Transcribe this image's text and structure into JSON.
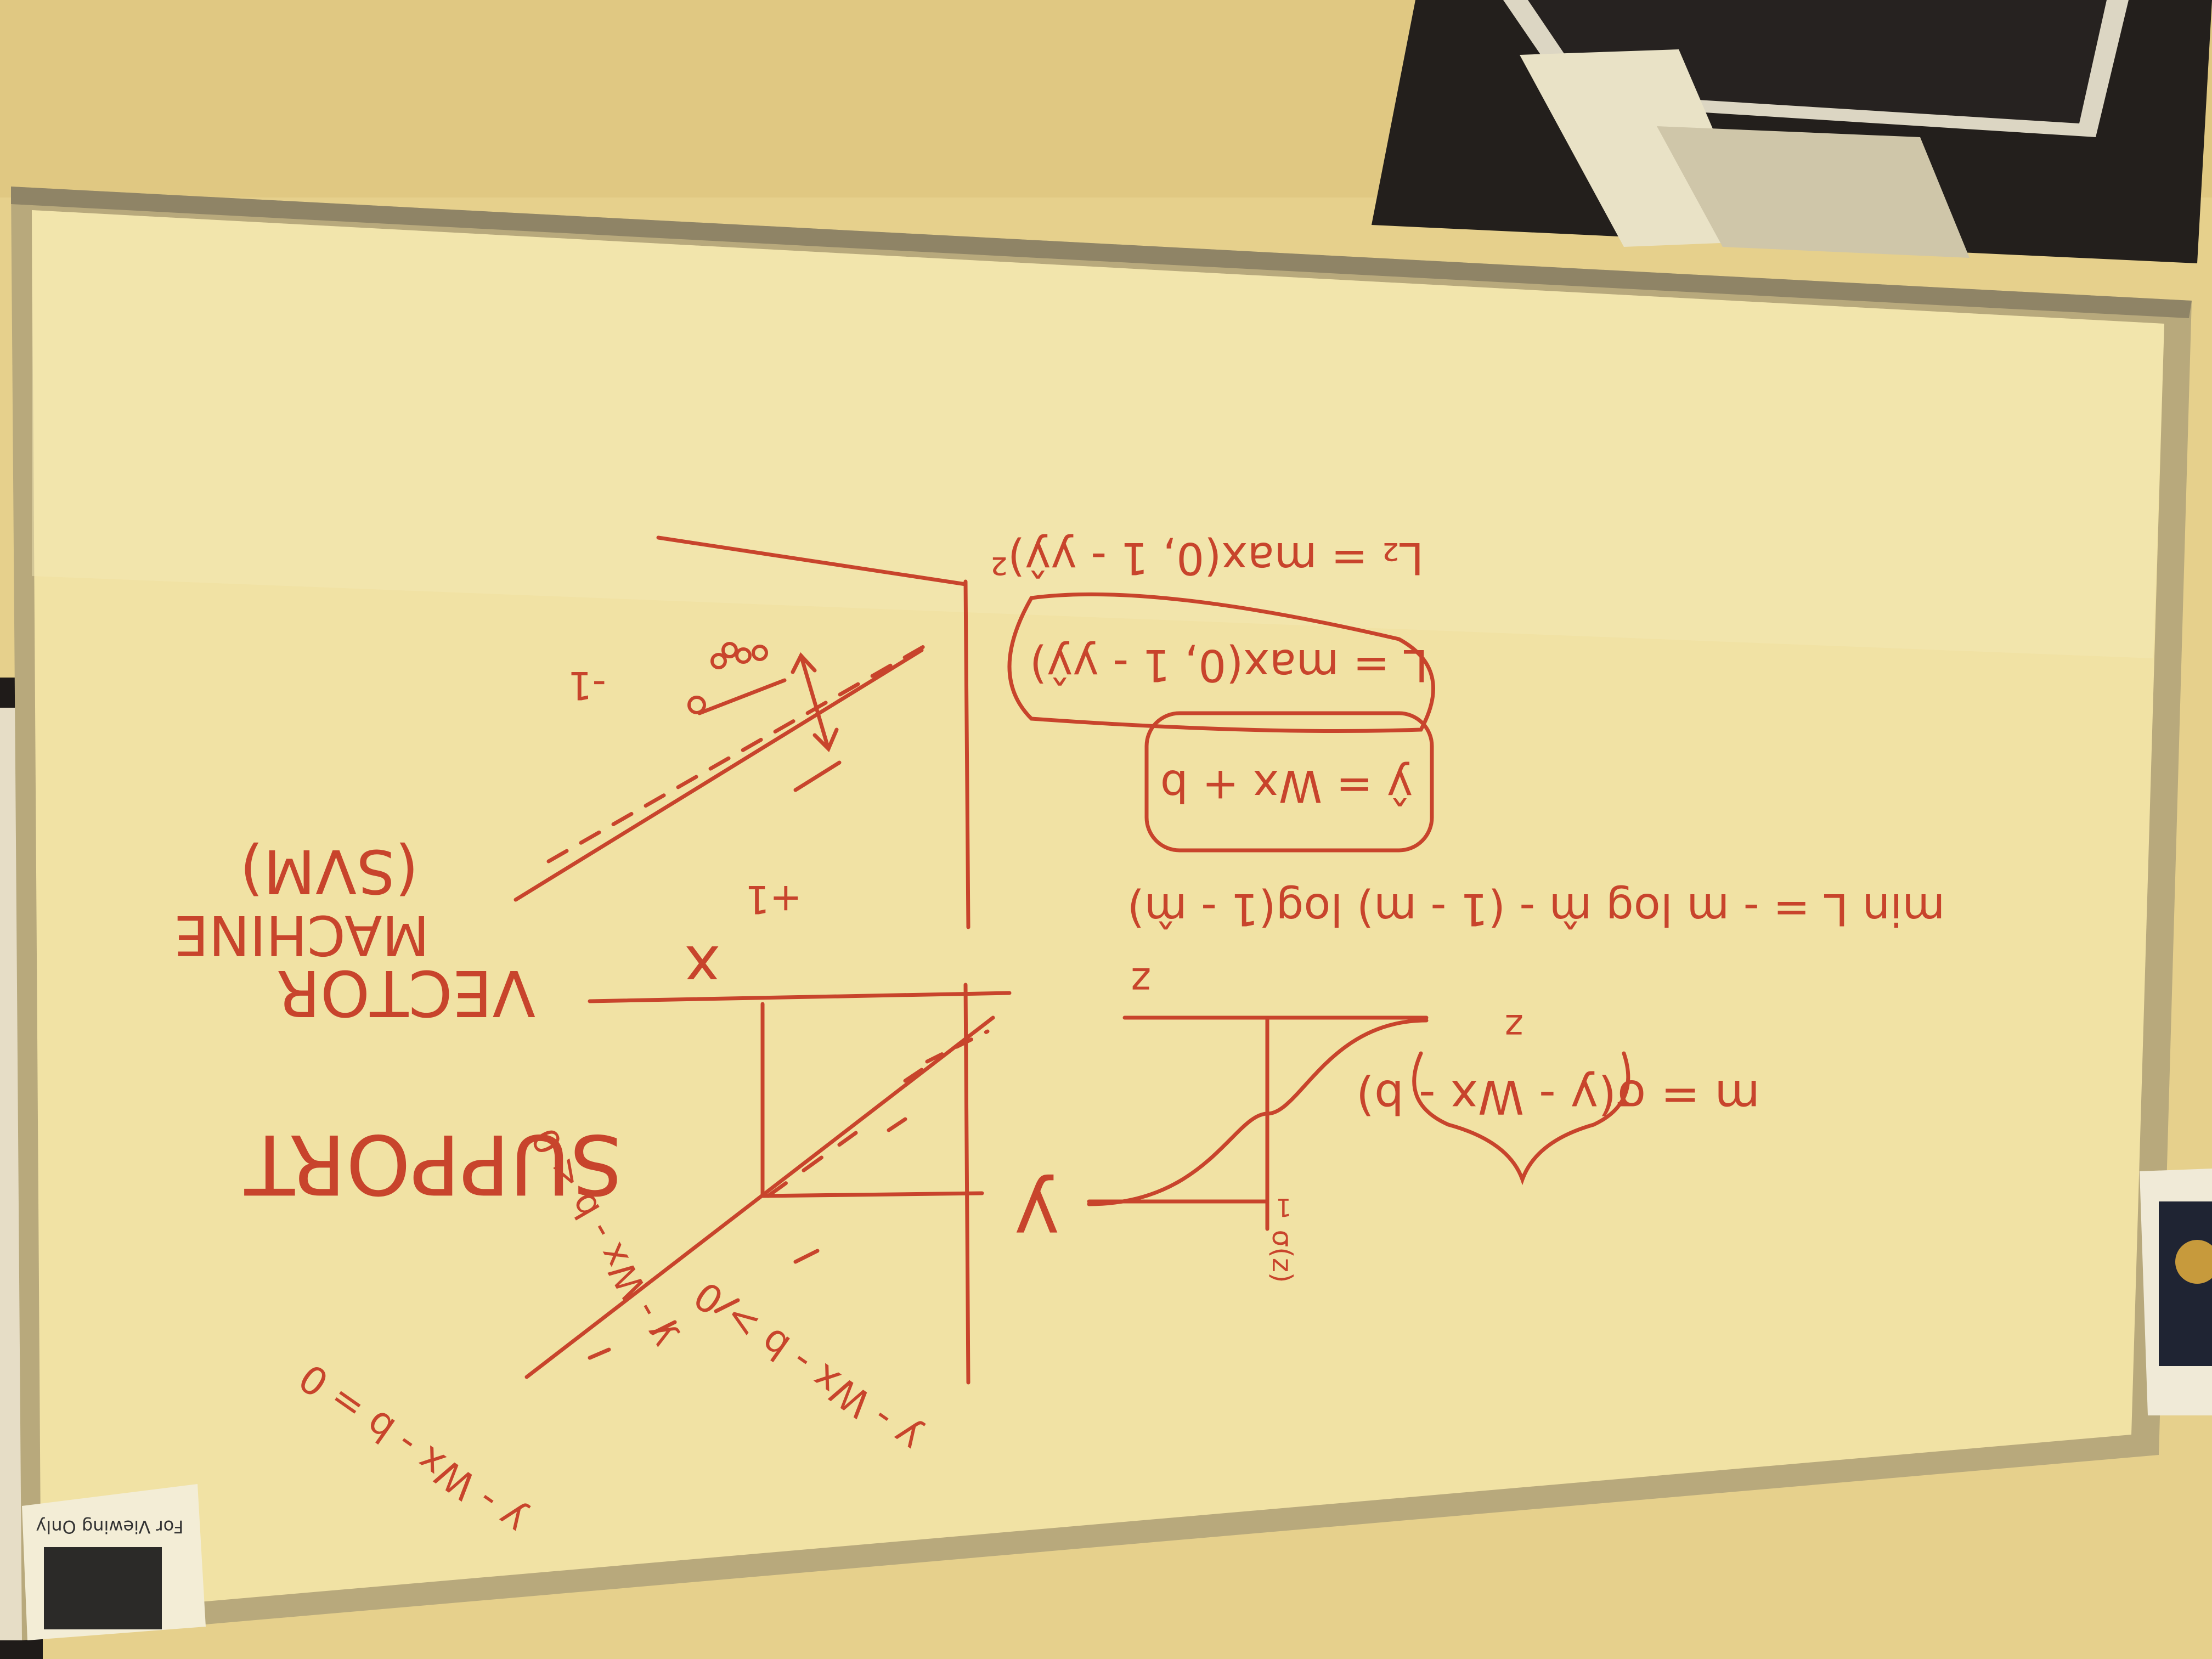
{
  "colors": {
    "wall": "#e6d08c",
    "wall_shadow": "#c8ad62",
    "board": "#f1e2a4",
    "board_edge": "#d8c487",
    "frame": "#b8a97c",
    "marker": "#c8442c",
    "dark": "#231f1c",
    "screen_frame": "#dcd6c3"
  },
  "scene": {
    "orientation": "photographed upside down (rotated 180 degrees)"
  },
  "labels": {
    "viewing_sign": "For Viewing Only"
  },
  "whiteboard": {
    "title_lines": [
      "SUPPORT",
      "VECTOR",
      "MACHINE",
      "(SVM)"
    ],
    "axis_y": "y",
    "axis_x": "x",
    "hyperplane_eq": "y - Wx - b = 0",
    "positive_region": "y - Wx - b > 0",
    "negative_region": "y - Wx - b < 0",
    "class_pos": "+1",
    "class_neg": "-1",
    "sigma_label": "σ(z)",
    "sigma_one": "1",
    "sigma_axis_z": "z",
    "m_def": "m = σ(y - Wx - b)",
    "m_brace_label": "z",
    "loss_log": "min L = - m log m̂ - (1 - m) log(1 - m̂)",
    "prediction": "ŷ = Wx + b",
    "hinge_loss": "L = max(0, 1 - yŷ)",
    "hinge_sq": "L₂ = max(0, 1 - yŷ)²"
  }
}
